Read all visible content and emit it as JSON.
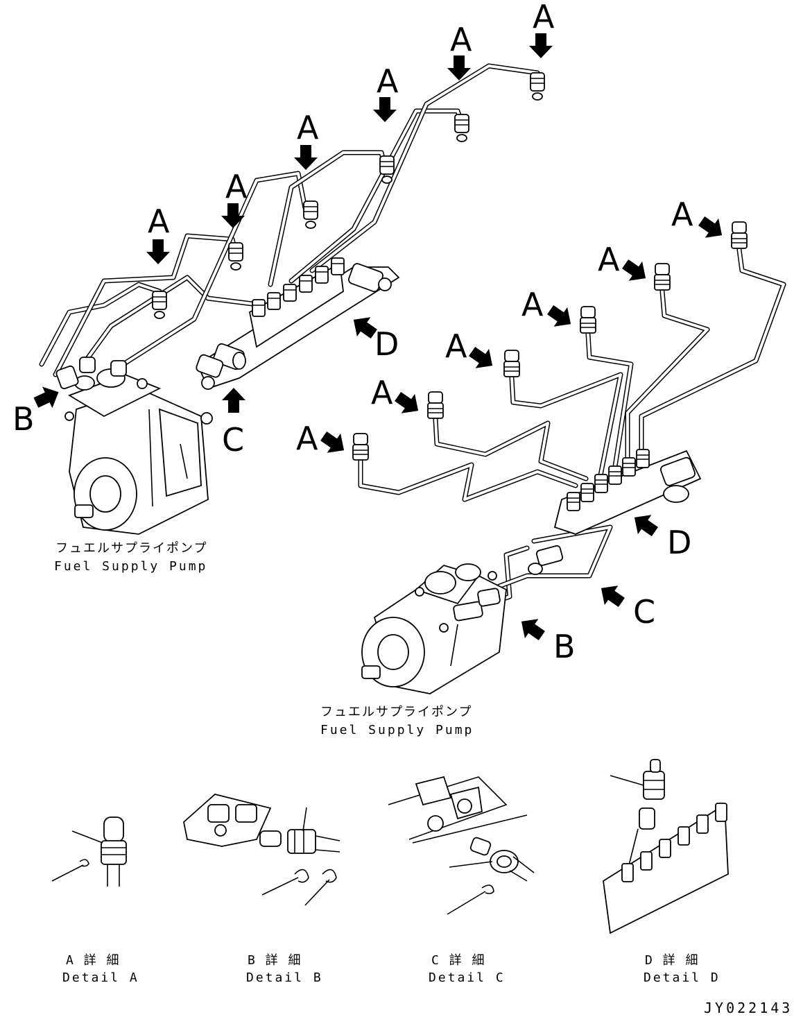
{
  "labels": {
    "a": "A",
    "b": "B",
    "c": "C",
    "d": "D"
  },
  "captions": {
    "pump_jp": "フュエルサプライポンプ",
    "pump_en": "Fuel Supply Pump",
    "detail_a_jp": "A 詳 細",
    "detail_a_en": "Detail A",
    "detail_b_jp": "B 詳 細",
    "detail_b_en": "Detail B",
    "detail_c_jp": "C 詳 細",
    "detail_c_en": "Detail C",
    "detail_d_jp": "D 詳 細",
    "detail_d_en": "Detail D"
  },
  "drawing_code": "JY022143"
}
